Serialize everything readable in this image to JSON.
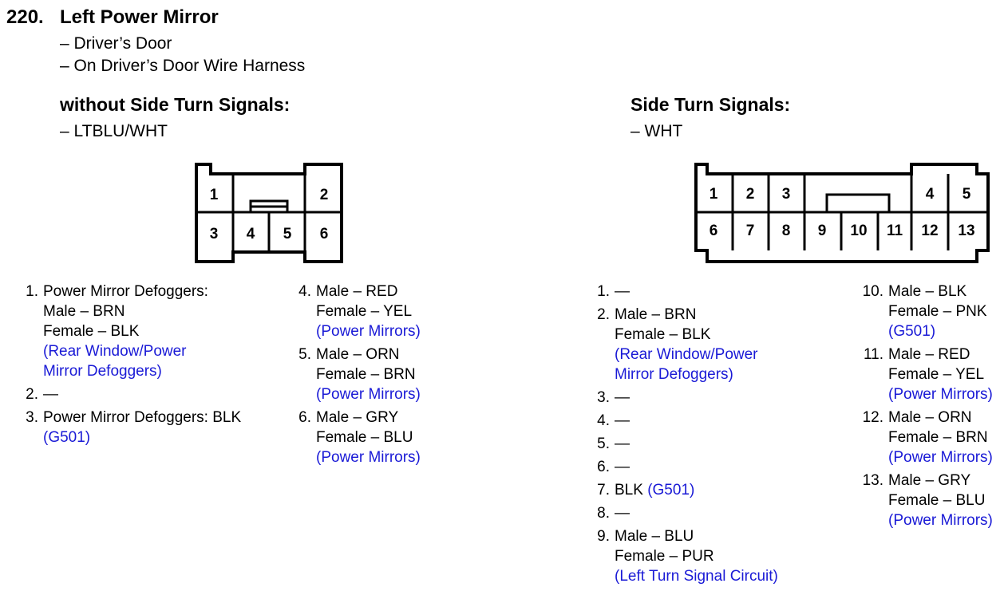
{
  "header": {
    "number": "220.",
    "title": "Left Power Mirror",
    "location_lines": [
      "– Driver’s Door",
      "– On Driver’s Door Wire Harness"
    ]
  },
  "left_section": {
    "heading": "without Side Turn Signals:",
    "color": "– LTBLU/WHT",
    "connector_labels": [
      "1",
      "2",
      "3",
      "4",
      "5",
      "6"
    ]
  },
  "right_section": {
    "heading": "Side Turn Signals:",
    "color": "– WHT",
    "connector_labels": [
      "1",
      "2",
      "3",
      "4",
      "5",
      "6",
      "7",
      "8",
      "9",
      "10",
      "11",
      "12",
      "13"
    ]
  },
  "left_pins_col1": [
    {
      "num": "1.",
      "lines": [
        {
          "text": "Power Mirror Defoggers:",
          "blue": false
        },
        {
          "text": "Male – BRN",
          "blue": false
        },
        {
          "text": "Female – BLK",
          "blue": false
        },
        {
          "text": "(Rear Window/Power",
          "blue": true
        },
        {
          "text": "Mirror Defoggers)",
          "blue": true
        }
      ]
    },
    {
      "num": "2.",
      "lines": [
        {
          "text": "—",
          "blue": false
        }
      ]
    },
    {
      "num": "3.",
      "lines": [
        {
          "text": "Power Mirror Defoggers: BLK",
          "blue": false
        },
        {
          "text": "(G501)",
          "blue": true
        }
      ]
    }
  ],
  "left_pins_col2": [
    {
      "num": "4.",
      "lines": [
        {
          "text": "Male – RED",
          "blue": false
        },
        {
          "text": "Female – YEL",
          "blue": false
        },
        {
          "text": "(Power Mirrors)",
          "blue": true
        }
      ]
    },
    {
      "num": "5.",
      "lines": [
        {
          "text": "Male – ORN",
          "blue": false
        },
        {
          "text": "Female – BRN",
          "blue": false
        },
        {
          "text": "(Power Mirrors)",
          "blue": true
        }
      ]
    },
    {
      "num": "6.",
      "lines": [
        {
          "text": "Male – GRY",
          "blue": false
        },
        {
          "text": "Female – BLU",
          "blue": false
        },
        {
          "text": "(Power Mirrors)",
          "blue": true
        }
      ]
    }
  ],
  "right_pins_col1": [
    {
      "num": "1.",
      "lines": [
        {
          "text": "—",
          "blue": false
        }
      ]
    },
    {
      "num": "2.",
      "lines": [
        {
          "text": "Male – BRN",
          "blue": false
        },
        {
          "text": "Female – BLK",
          "blue": false
        },
        {
          "text": "(Rear Window/Power",
          "blue": true
        },
        {
          "text": "Mirror Defoggers)",
          "blue": true
        }
      ]
    },
    {
      "num": "3.",
      "lines": [
        {
          "text": "—",
          "blue": false
        }
      ]
    },
    {
      "num": "4.",
      "lines": [
        {
          "text": "—",
          "blue": false
        }
      ]
    },
    {
      "num": "5.",
      "lines": [
        {
          "text": "—",
          "blue": false
        }
      ]
    },
    {
      "num": "6.",
      "lines": [
        {
          "text": "—",
          "blue": false
        }
      ]
    },
    {
      "num": "7.",
      "lines": [
        {
          "text": "BLK",
          "blue": false,
          "suffix": "(G501)"
        }
      ]
    },
    {
      "num": "8.",
      "lines": [
        {
          "text": "—",
          "blue": false
        }
      ]
    },
    {
      "num": "9.",
      "lines": [
        {
          "text": "Male – BLU",
          "blue": false
        },
        {
          "text": "Female – PUR",
          "blue": false
        },
        {
          "text": "(Left Turn Signal Circuit)",
          "blue": true
        }
      ]
    }
  ],
  "right_pins_col2": [
    {
      "num": "10.",
      "lines": [
        {
          "text": "Male – BLK",
          "blue": false
        },
        {
          "text": "Female – PNK",
          "blue": false
        },
        {
          "text": "(G501)",
          "blue": true
        }
      ]
    },
    {
      "num": "11.",
      "lines": [
        {
          "text": "Male – RED",
          "blue": false
        },
        {
          "text": "Female – YEL",
          "blue": false
        },
        {
          "text": "(Power Mirrors)",
          "blue": true
        }
      ]
    },
    {
      "num": "12.",
      "lines": [
        {
          "text": "Male – ORN",
          "blue": false
        },
        {
          "text": "Female – BRN",
          "blue": false
        },
        {
          "text": "(Power Mirrors)",
          "blue": true
        }
      ]
    },
    {
      "num": "13.",
      "lines": [
        {
          "text": "Male – GRY",
          "blue": false
        },
        {
          "text": "Female – BLU",
          "blue": false
        },
        {
          "text": "(Power Mirrors)",
          "blue": true
        }
      ]
    }
  ],
  "colors": {
    "text": "#000000",
    "circuit_note": "#1a1ad6"
  }
}
